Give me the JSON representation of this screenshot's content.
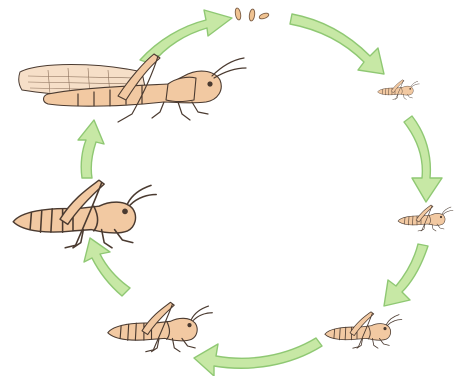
{
  "diagram": {
    "type": "life-cycle",
    "flow": "clockwise",
    "stages": [
      {
        "id": "eggs",
        "icon": "grasshopper-eggs-icon"
      },
      {
        "id": "nymph-1",
        "icon": "small-nymph-icon"
      },
      {
        "id": "nymph-2",
        "icon": "nymph-icon"
      },
      {
        "id": "nymph-3",
        "icon": "nymph-icon"
      },
      {
        "id": "nymph-4",
        "icon": "nymph-icon"
      },
      {
        "id": "nymph-5",
        "icon": "large-nymph-icon"
      },
      {
        "id": "adult",
        "icon": "winged-adult-grasshopper-icon"
      }
    ],
    "colors": {
      "arrow_fill": "#c7e8a5",
      "arrow_stroke": "#8fc873",
      "insect_fill": "#f2c9a2",
      "outline": "#4a3a30"
    }
  }
}
